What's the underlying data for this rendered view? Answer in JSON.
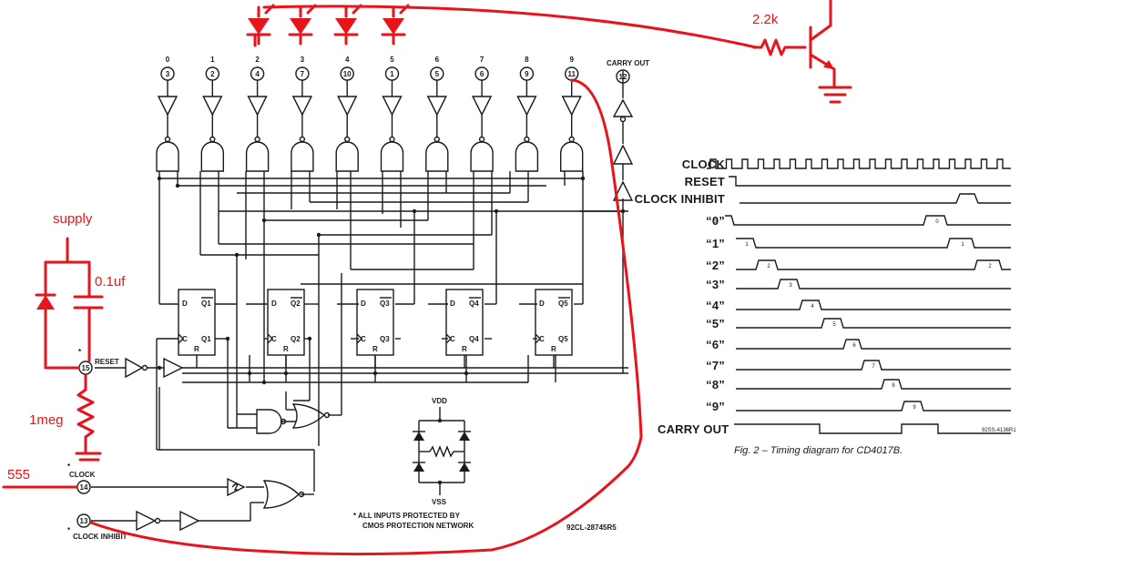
{
  "outputs": [
    {
      "index": "0",
      "pin": "3"
    },
    {
      "index": "1",
      "pin": "2"
    },
    {
      "index": "2",
      "pin": "4"
    },
    {
      "index": "3",
      "pin": "7"
    },
    {
      "index": "4",
      "pin": "10"
    },
    {
      "index": "5",
      "pin": "1"
    },
    {
      "index": "6",
      "pin": "5"
    },
    {
      "index": "7",
      "pin": "6"
    },
    {
      "index": "8",
      "pin": "9"
    },
    {
      "index": "9",
      "pin": "11"
    }
  ],
  "carry_out": {
    "label": "CARRY OUT",
    "pin": "12"
  },
  "flipflops": [
    {
      "q": "Q1",
      "qbar": "Q1",
      "d": "D",
      "c": "C",
      "r": "R"
    },
    {
      "q": "Q2",
      "qbar": "Q2",
      "d": "D",
      "c": "C",
      "r": "R"
    },
    {
      "q": "Q3",
      "qbar": "Q3",
      "d": "D",
      "c": "C",
      "r": "R"
    },
    {
      "q": "Q4",
      "qbar": "Q4",
      "d": "D",
      "c": "C",
      "r": "R"
    },
    {
      "q": "Q5",
      "qbar": "Q5",
      "d": "D",
      "c": "C",
      "r": "R"
    }
  ],
  "inputs": {
    "reset": {
      "label": "RESET",
      "pin": "15",
      "star": "*"
    },
    "clock": {
      "label": "CLOCK",
      "pin": "14",
      "star": "*"
    },
    "clock_inhibit": {
      "label": "CLOCK INHIBIT",
      "pin": "13",
      "star": "*"
    }
  },
  "protection": {
    "vdd": "VDD",
    "vss": "VSS",
    "note_line1": "* ALL INPUTS PROTECTED BY",
    "note_line2": "CMOS PROTECTION NETWORK"
  },
  "schematic_code": "92CL-28745R5",
  "timing": {
    "code": "92SS-4136R1",
    "caption": "Fig. 2 – Timing diagram for CD4017B.",
    "signals": [
      {
        "label": "CLOCK"
      },
      {
        "label": "RESET"
      },
      {
        "label": "CLOCK INHIBIT"
      },
      {
        "label": "“0”",
        "pulse": "0"
      },
      {
        "label": "“1”",
        "pulse": "1"
      },
      {
        "label": "“2”",
        "pulse": "2"
      },
      {
        "label": "“3”",
        "pulse": "3"
      },
      {
        "label": "“4”",
        "pulse": "4"
      },
      {
        "label": "“5”",
        "pulse": "5"
      },
      {
        "label": "“6”",
        "pulse": "6"
      },
      {
        "label": "“7”",
        "pulse": "7"
      },
      {
        "label": "“8”",
        "pulse": "8"
      },
      {
        "label": "“9”",
        "pulse": "9"
      },
      {
        "label": "CARRY OUT"
      }
    ]
  },
  "annotations": {
    "supply": "supply",
    "cap": "0.1uf",
    "resistor": "1meg",
    "clock_source": "555",
    "base_resistor": "2.2k"
  },
  "colors": {
    "ink": "#1a1a1a",
    "annotation": "#e8141c",
    "paper": "#ffffff"
  }
}
